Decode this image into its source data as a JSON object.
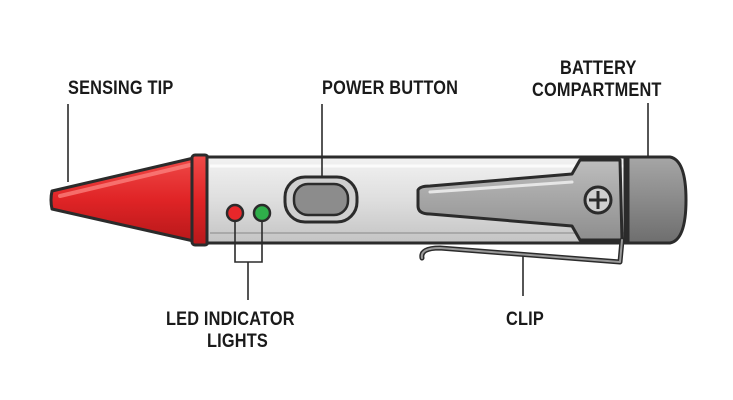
{
  "labels": {
    "sensing_tip": "SENSING TIP",
    "power_button": "POWER BUTTON",
    "battery_line1": "BATTERY",
    "battery_line2": "COMPARTMENT",
    "led_line1": "LED INDICATOR",
    "led_line2": "LIGHTS",
    "clip": "CLIP"
  },
  "colors": {
    "tip_red": "#e02426",
    "body_light": "#dcdcdc",
    "cap_gray": "#8a8a8a",
    "led_red": "#e8272a",
    "led_green": "#2fae4a",
    "outline": "#2b2b2b"
  }
}
